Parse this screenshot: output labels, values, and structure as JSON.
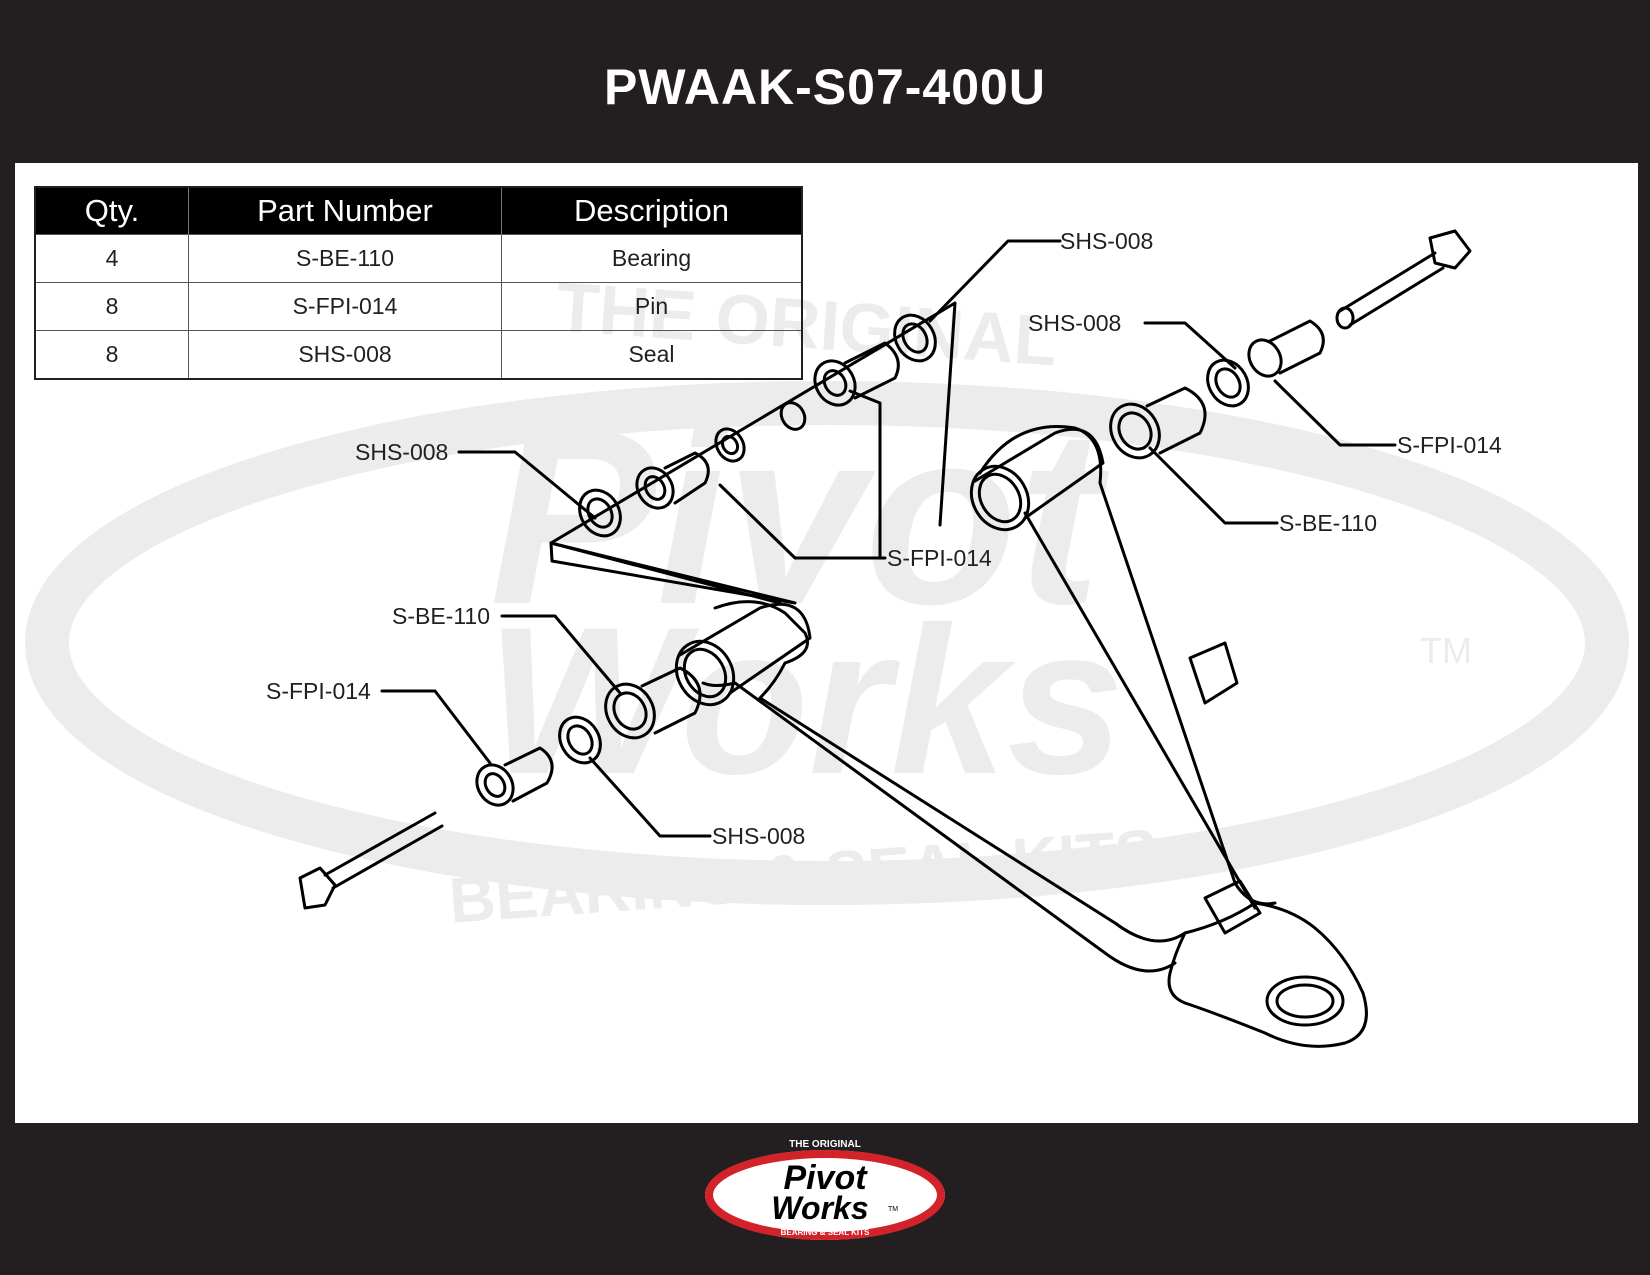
{
  "title": "PWAAK-S07-400U",
  "table": {
    "headers": {
      "qty": "Qty.",
      "part_number": "Part Number",
      "description": "Description"
    },
    "rows": [
      {
        "qty": "4",
        "part_number": "S-BE-110",
        "description": "Bearing"
      },
      {
        "qty": "8",
        "part_number": "S-FPI-014",
        "description": "Pin"
      },
      {
        "qty": "8",
        "part_number": "SHS-008",
        "description": "Seal"
      }
    ]
  },
  "callouts": [
    {
      "id": "shs-top",
      "label": "SHS-008"
    },
    {
      "id": "shs-right",
      "label": "SHS-008"
    },
    {
      "id": "fpi-right",
      "label": "S-FPI-014"
    },
    {
      "id": "be-right",
      "label": "S-BE-110"
    },
    {
      "id": "shs-left",
      "label": "SHS-008"
    },
    {
      "id": "fpi-mid",
      "label": "S-FPI-014"
    },
    {
      "id": "be-left",
      "label": "S-BE-110"
    },
    {
      "id": "fpi-left",
      "label": "S-FPI-014"
    },
    {
      "id": "shs-bottom",
      "label": "SHS-008"
    }
  ],
  "watermark": {
    "top_text": "THE ORIGINAL",
    "brand_line1": "Pivot",
    "brand_line2": "Works",
    "tm": "TM",
    "bottom_text": "BEARING & SEAL KITS"
  },
  "footer_logo": {
    "top_text": "THE ORIGINAL",
    "line1": "Pivot",
    "line2": "Works",
    "tm": "TM",
    "bottom_text": "BEARING & SEAL KITS"
  },
  "colors": {
    "background": "#231f20",
    "panel": "#ffffff",
    "line": "#000000",
    "watermark": "#ebebeb",
    "logo_red": "#d2232a"
  },
  "icons": [
    "a-arm-diagram",
    "bolt-icon",
    "nut-icon",
    "bearing-icon",
    "seal-icon",
    "pin-icon"
  ]
}
